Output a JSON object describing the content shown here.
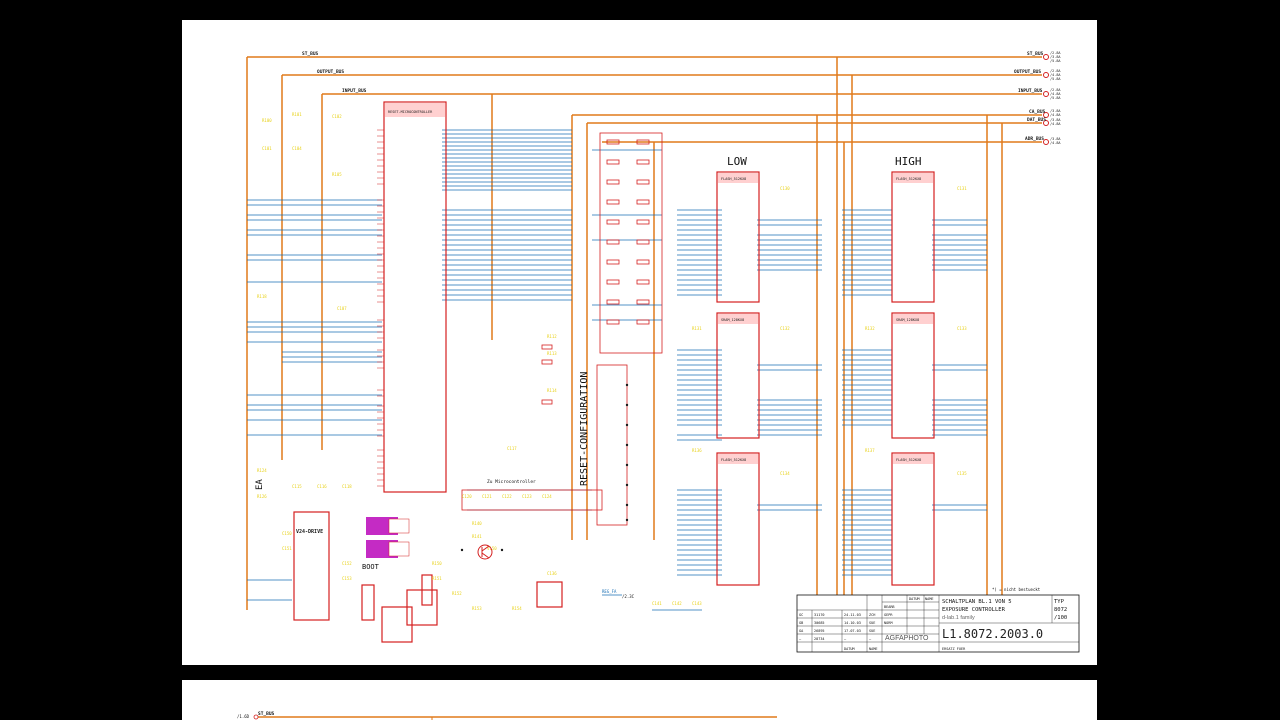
{
  "schematic": {
    "buses": {
      "st": "ST_BUS",
      "output": "OUTPUT_BUS",
      "input": "INPUT_BUS",
      "ca": "CA_BUS",
      "dat": "DAT_BUS",
      "adr": "ADR_BUS"
    },
    "labels": {
      "low": "LOW",
      "high": "HIGH",
      "reset_config": "RESET-CONFIGURATION",
      "boot": "BOOT",
      "zu_microcontroller": "Zu Microcontroller",
      "ea": "EA",
      "pin_note": "*) = nicht bestueckt",
      "mcu_name": "RESET-MICROCONTROLLER",
      "flash": "FLASH_512KX8",
      "sram": "SRAM_128KX8",
      "driver": "V24-DRIVE",
      "reg_fa": "REG_FA",
      "reg_fa_val": "/2.3C"
    },
    "title_block": {
      "line1": "SCHALTPLAN   BL.1 VON 5",
      "line2": "EXPOSURE CONTROLLER",
      "line3": "d-lab.1 family",
      "typ_label": "TYP",
      "typ1": "8072",
      "typ2": "/100",
      "drawing_no": "L1.8072.2003.0",
      "company": "AGFAPHOTO",
      "ersatz": "ERSATZ FUER",
      "datum": "DATUM",
      "name": "NAME",
      "bearb": "BEARB",
      "gepr": "GEPR",
      "norm": "NORM",
      "rev_rows": [
        [
          "GC",
          "31170",
          "24.11.03",
          "ZCH"
        ],
        [
          "GB",
          "30685",
          "14.10.03",
          "SUE"
        ],
        [
          "GA",
          "26895",
          "17.07.03",
          "SUE"
        ],
        [
          "—",
          "28734",
          "—",
          "—"
        ]
      ]
    },
    "sheet2_bus": "ST_BUS",
    "sheet2_ref": "/1.6D"
  }
}
